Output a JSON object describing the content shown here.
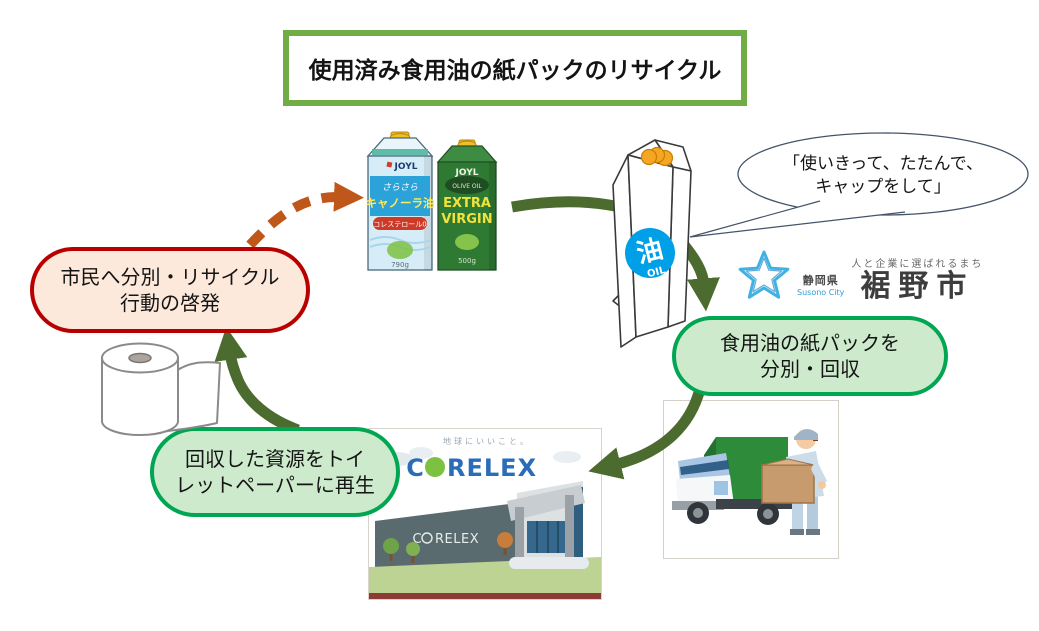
{
  "title": "使用済み食用油の紙パックのリサイクル",
  "boxes": {
    "awareness": {
      "line1": "市民へ分別・リサイクル",
      "line2": "行動の啓発"
    },
    "collection": {
      "line1": "食用油の紙パックを",
      "line2": "分別・回収"
    },
    "regenerate": {
      "line1": "回収した資源をトイ",
      "line2": "レットペーパーに再生"
    }
  },
  "speech_bubble": {
    "line1": "「使いきって、たたんで、",
    "line2": "キャップをして」"
  },
  "susono": {
    "tagline": "人と企業に選ばれるまち",
    "prefecture": "静岡県",
    "city_romaji": "Susono City",
    "city": "裾野市"
  },
  "oil_carton": {
    "kanji": "油",
    "latin": "OIL"
  },
  "bottles": {
    "brand": "JOYL",
    "canola": {
      "top": "さらさら",
      "name": "キャノーラ油",
      "badge": "コレステロール0",
      "weight": "790g"
    },
    "olive": {
      "category": "OLIVE OIL",
      "name1": "EXTRA",
      "name2": "VIRGIN",
      "weight": "500g"
    }
  },
  "corelex": {
    "tagline": "地球にいいこと。",
    "brand_c": "C",
    "brand_rest": "RELEX"
  },
  "colors": {
    "title_border": "#71AD47",
    "green_box_border": "#00A652",
    "green_box_fill": "#CDEACC",
    "red_box_border": "#B90000",
    "red_box_fill": "#FCE9DB",
    "arrow_green": "#4C6B2F",
    "arrow_orange": "#C0571A",
    "bubble_border": "#44546A",
    "oil_circle_blue": "#00A0E9",
    "star_blue": "#3FB1E3",
    "corelex_blue": "#2B6CB8",
    "corelex_green": "#7CC142"
  }
}
